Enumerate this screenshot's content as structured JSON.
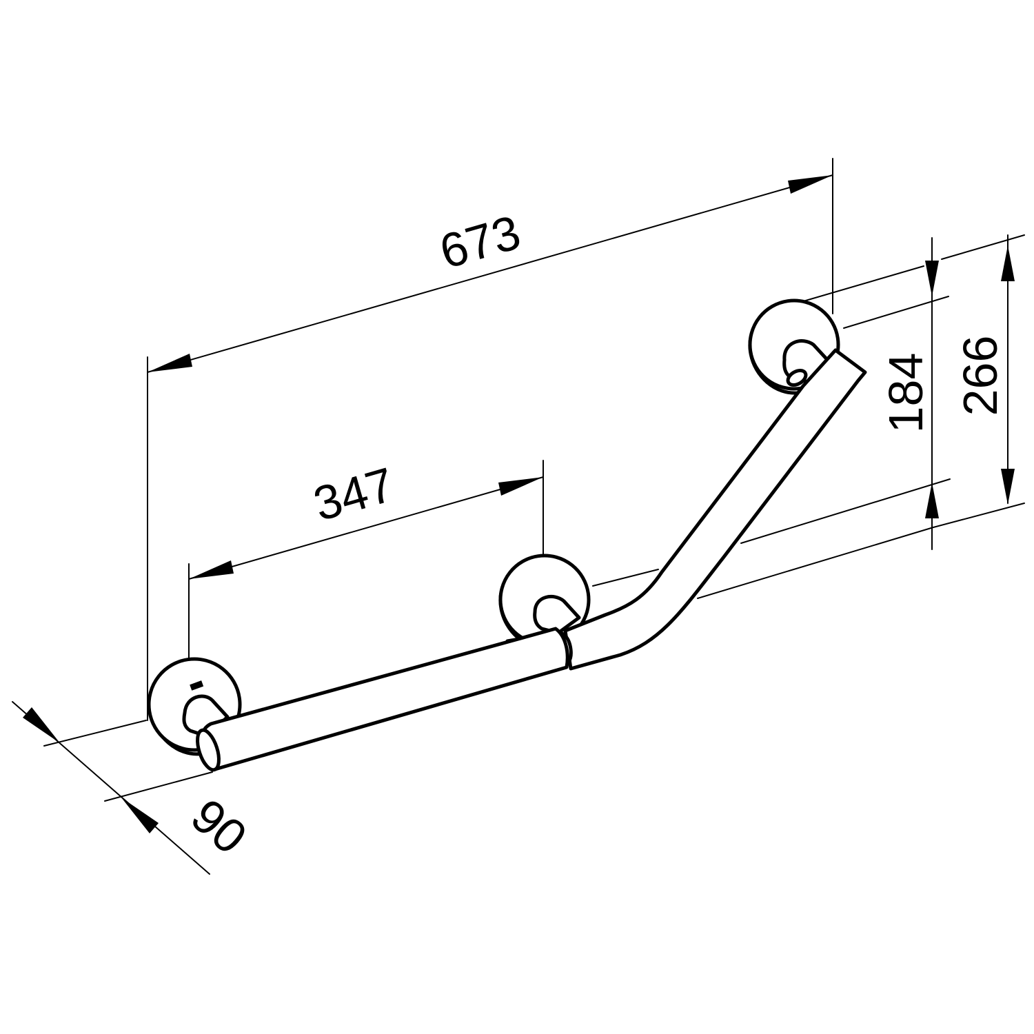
{
  "drawing": {
    "dimensions": {
      "overall_length": "673",
      "rosette_spacing": "347",
      "projection": "90",
      "angle_rise": "184",
      "total_height": "266"
    }
  }
}
